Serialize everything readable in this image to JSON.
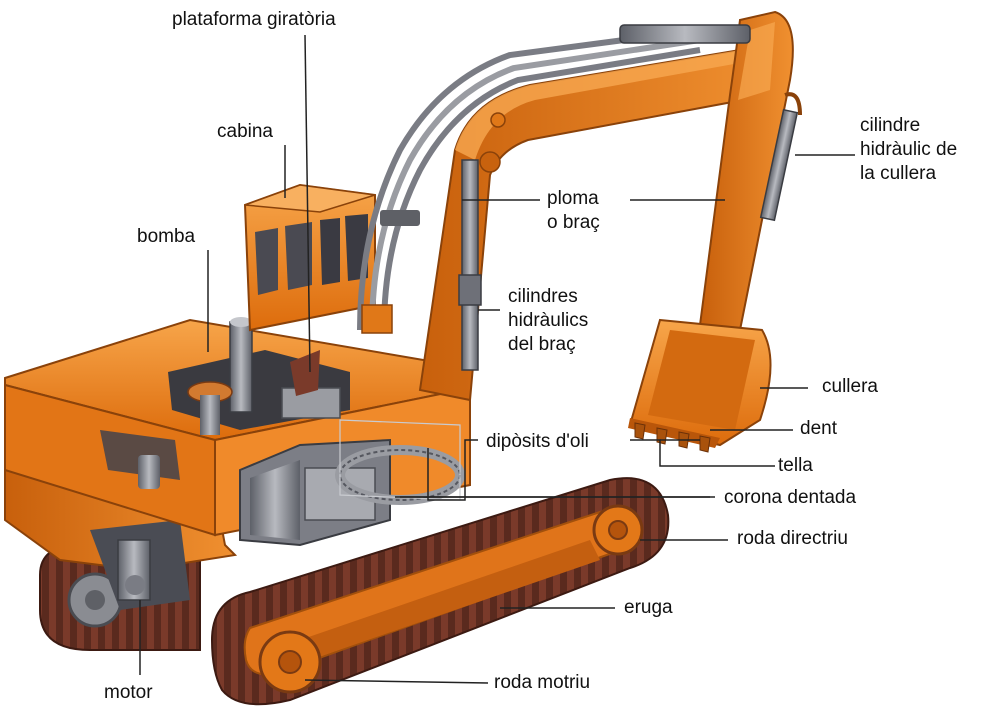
{
  "labels": {
    "plataforma": "plataforma giratòria",
    "cabina": "cabina",
    "bomba": "bomba",
    "ploma": [
      "ploma",
      "o braç"
    ],
    "cilindre_cullera": [
      "cilindre",
      "hidràulic de",
      "la cullera"
    ],
    "cilindres_braç": [
      "cilindres",
      "hidràulics",
      "del braç"
    ],
    "cullera": "cullera",
    "dent": "dent",
    "tella": "tella",
    "diposits": "dipòsits d'oli",
    "corona": "corona dentada",
    "roda_directriu": "roda directriu",
    "eruga": "eruga",
    "motor": "motor",
    "roda_motriu": "roda motriu"
  },
  "colors": {
    "body_orange": "#e87a14",
    "body_light": "#f5a043",
    "body_dark": "#b9560a",
    "track": "#7a3a2a",
    "track_dark": "#4c2018",
    "metal": "#8b8d95",
    "metal_dark": "#55575f",
    "leader": "#222222"
  }
}
